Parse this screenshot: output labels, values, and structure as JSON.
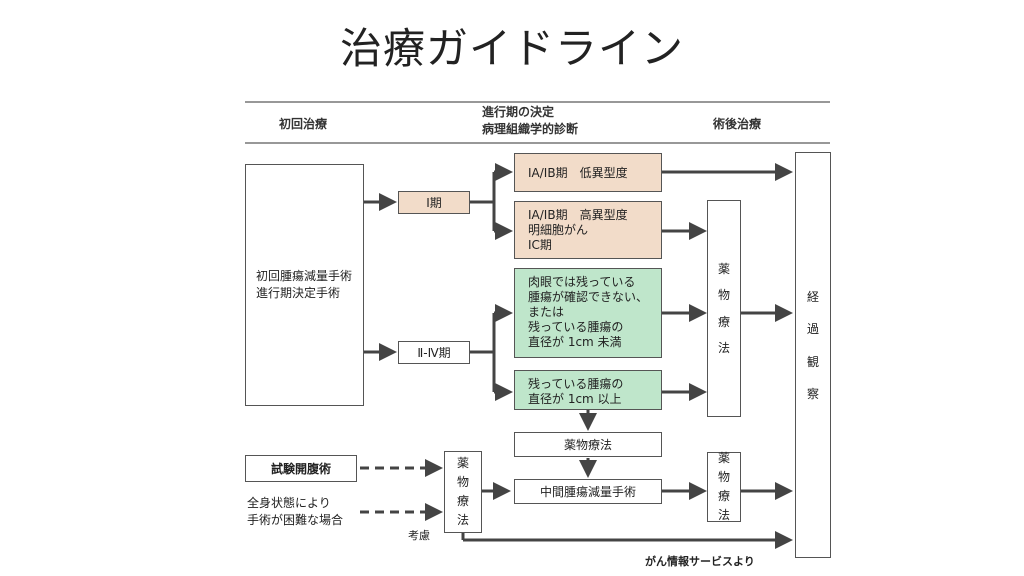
{
  "title": "治療ガイドライン",
  "headers": {
    "initial": "初回治療",
    "middle_line1": "進行期の決定",
    "middle_line2": "病理組織学的診断",
    "postop": "術後治療"
  },
  "boxes": {
    "initial_surgery": [
      "初回腫瘍減量手術",
      "進行期決定手術"
    ],
    "stage1": "Ⅰ期",
    "stage2_4": "Ⅱ-Ⅳ期",
    "ia_ib_low": "IA/IB期　低異型度",
    "ia_ib_high": [
      "IA/IB期　高異型度",
      "明細胞がん",
      "IC期"
    ],
    "residual_none": [
      "肉眼では残っている",
      "腫瘍が確認できない、",
      "または",
      "残っている腫瘍の",
      "直径が 1cm 未満"
    ],
    "residual_over": [
      "残っている腫瘍の",
      "直径が 1cm 以上"
    ],
    "chemo_mid": "薬物療法",
    "interval_surgery": "中間腫瘍減量手術",
    "chemo_vert_upper": [
      "薬",
      "物",
      "療",
      "法"
    ],
    "chemo_vert_lower": [
      "薬",
      "物",
      "療",
      "法"
    ],
    "chemo_vert_left": [
      "薬",
      "物",
      "療",
      "法"
    ],
    "followup": [
      "経",
      "過",
      "観",
      "察"
    ],
    "exploratory": "試験開腹術"
  },
  "notes": {
    "poor_condition": [
      "全身状態により",
      "手術が困難な場合"
    ],
    "consider": "考慮",
    "source": "がん情報サービスより"
  }
}
